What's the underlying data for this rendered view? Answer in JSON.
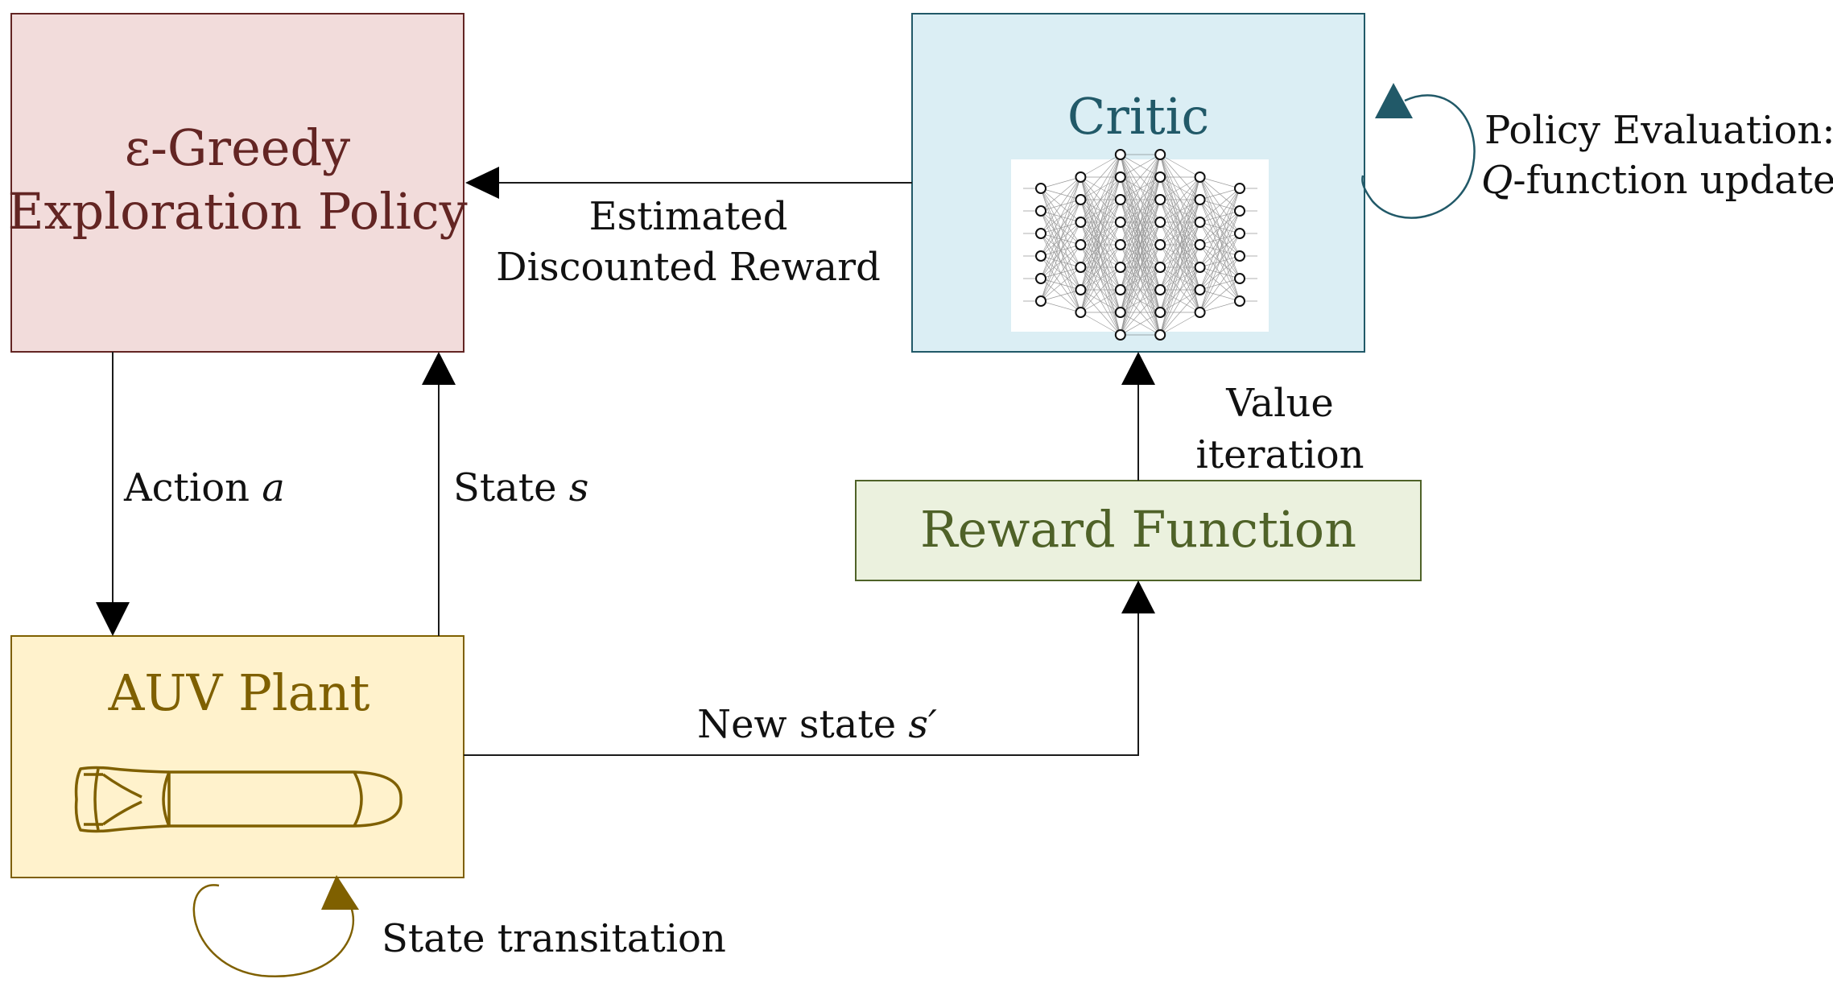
{
  "colors": {
    "policy_fill": "#f2dcdb",
    "policy_text": "#632523",
    "critic_fill": "#dbeef4",
    "critic_text": "#215968",
    "reward_fill": "#ebf1de",
    "reward_text": "#4f6228",
    "auv_fill": "#fff2cc",
    "auv_text": "#7f6000",
    "line": "#1a1a1a",
    "arrow": "#000000"
  },
  "blocks": {
    "policy": {
      "line1": "ε-Greedy",
      "line2": "Exploration Policy"
    },
    "critic": {
      "title": "Critic",
      "icon": "neural-network-icon"
    },
    "reward": {
      "title": "Reward Function"
    },
    "auv": {
      "title": "AUV Plant",
      "icon": "auv-vehicle-icon"
    }
  },
  "labels": {
    "estimated_reward_line1": "Estimated",
    "estimated_reward_line2": "Discounted Reward",
    "action": "Action",
    "action_var": "a",
    "state": "State",
    "state_var": "s",
    "value_iteration_line1": "Value",
    "value_iteration_line2": "iteration",
    "new_state": "New state",
    "new_state_var": "s′",
    "policy_eval_line1": "Policy Evaluation:",
    "policy_eval_line2_var": "Q",
    "policy_eval_line2_rest": "-function update",
    "state_transition": "State transitation"
  },
  "neural_network": {
    "layer_sizes": [
      6,
      7,
      9,
      9,
      7,
      6
    ]
  }
}
